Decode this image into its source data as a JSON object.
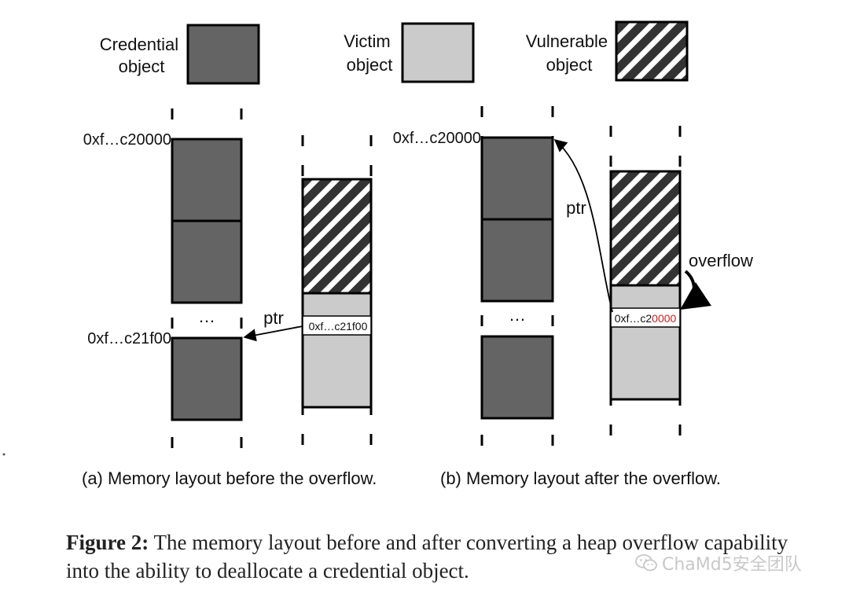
{
  "colors": {
    "credential": "#646464",
    "victim": "#cbcbcb",
    "stroke": "#000000",
    "highlight_red": "#cc1f1f"
  },
  "legend": {
    "credential": "Credential\nobject",
    "victim": "Victim\nobject",
    "vulnerable": "Vulnerable\nobject"
  },
  "panel_a": {
    "addr_top": "0xf…c20000",
    "addr_bottom": "0xf…c21f00",
    "ellipsis": "…",
    "ptr_label": "ptr",
    "victim_field": "0xf…c21f00",
    "subcaption": "(a) Memory layout before the overflow."
  },
  "panel_b": {
    "addr_top": "0xf…c20000",
    "ellipsis": "…",
    "ptr_label": "ptr",
    "overflow_label": "overflow",
    "victim_field_prefix": "0xf…c2",
    "victim_field_suffix": "0000",
    "subcaption": "(b) Memory layout after the overflow."
  },
  "figure_caption": {
    "label": "Figure 2:",
    "text": " The memory layout before and after converting a heap overflow capability into the ability to deallocate a credential object."
  },
  "watermark": {
    "text": "ChaMd5安全团队",
    "icon": "wechat-icon"
  }
}
